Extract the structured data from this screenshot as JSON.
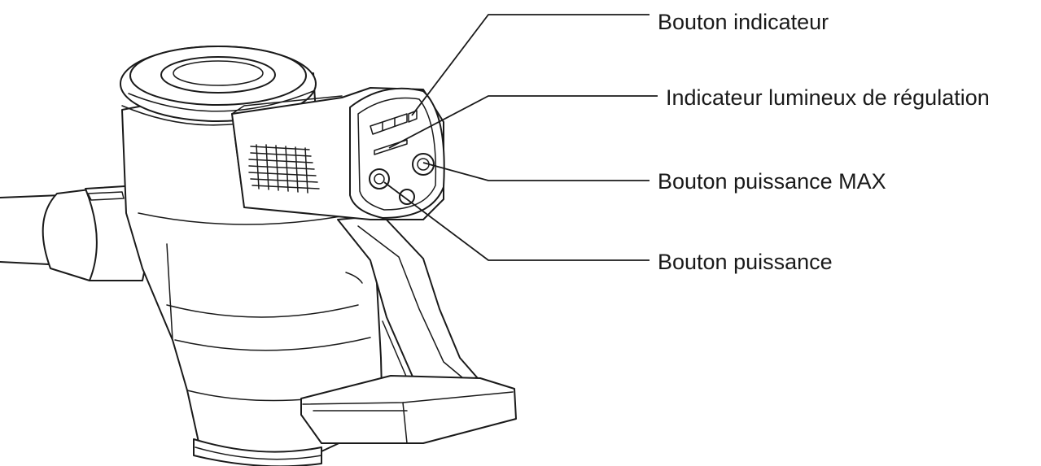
{
  "callouts": [
    {
      "id": "indicator-button",
      "label": "Bouton indicateur"
    },
    {
      "id": "regulation-light",
      "label": "Indicateur lumineux de régulation"
    },
    {
      "id": "max-power-button",
      "label": "Bouton puissance MAX"
    },
    {
      "id": "power-button",
      "label": "Bouton puissance"
    }
  ]
}
